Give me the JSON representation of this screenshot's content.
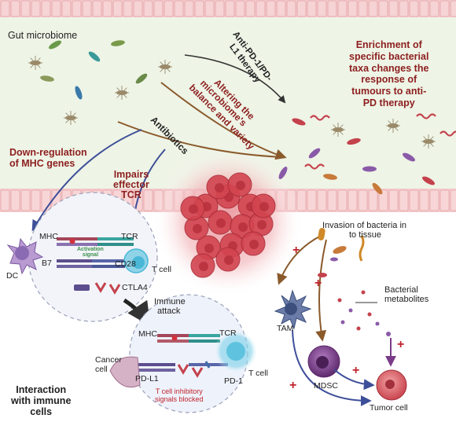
{
  "labels": {
    "gut_microbiome": "Gut microbiome",
    "anti_pd1_line1": "Anti-PD-1/PD-",
    "anti_pd1_line2": "L1 therapy",
    "altering_line1": "Altering the",
    "altering_line2": "microbiome's",
    "altering_line3": "balance and variety",
    "antibiotics": "Antibiotics",
    "enrichment_lines": [
      "Enrichment of",
      "specific bacterial",
      "taxa changes the",
      "response of",
      "tumours to anti-",
      "PD therapy"
    ],
    "downreg_lines": [
      "Down-regulation",
      "of MHC genes"
    ],
    "impairs_lines": [
      "Impairs",
      "effector",
      "TCR"
    ],
    "mhc_top": "MHC",
    "tcr_top": "TCR",
    "b7": "B7",
    "cd28": "CD28",
    "activation_lines": [
      "Activation",
      "signal"
    ],
    "ctla4": "CTLA4",
    "dc": "DC",
    "tcell_top": "T cell",
    "immune_attack_lines": [
      "Immune",
      "attack"
    ],
    "mhc_bottom": "MHC",
    "tcr_bottom": "TCR",
    "cancer_cell_lines": [
      "Cancer",
      "cell"
    ],
    "pdl1": "PD-L1",
    "pd1": "PD-1",
    "tcell_bottom": "T cell",
    "inhibitory_lines": [
      "T cell inhibitory",
      "signals blocked"
    ],
    "interaction_lines": [
      "Interaction",
      "with immune",
      "cells"
    ],
    "invasion_lines": [
      "Invasion of bacteria in",
      "to tissue"
    ],
    "bacterial_lines": [
      "Bacterial",
      "metabolites"
    ],
    "tam": "TAM",
    "mdsc": "MDSC",
    "tumor_cell": "Tumor cell",
    "plus": "+"
  },
  "colors": {
    "label_red": "#8d1f1f",
    "text_dark": "#222222",
    "gut_lumen": "#eef4e6",
    "epithelium": "#f4c9cb",
    "tumor": "#cf3b47",
    "arrow_blue": "#3e4f99",
    "arrow_brown": "#8a5a2b",
    "tam_blue": "#3c4f7d",
    "mdsc_purple": "#7a3b87",
    "tcell_cyan": "#4ab7d6"
  }
}
